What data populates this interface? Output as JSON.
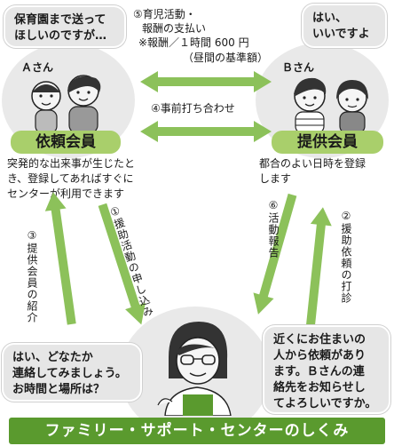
{
  "bubbles": {
    "a_member": "保育園まで送って\nほしいのですが…",
    "b_member": "はい、\nいいですよ",
    "center_left": "はい、どなたか\n連絡してみましょう。\nお時間と場所は？",
    "center_right": "近くにお住まいの\n人から依頼があり\nます。Ｂさんの連\n絡先をお知らせし\nてよろしいですか。"
  },
  "labels": {
    "a_name": "Ａさん",
    "b_name": "Ｂさん",
    "requester": "依頼会員",
    "provider": "提供会員"
  },
  "steps": {
    "step5_title": "⑤育児活動・",
    "step5_line2": "報酬の支払い",
    "step5_note": "※報酬／１時間 600 円",
    "step5_note2": "（昼間の基準額）",
    "step4": "④事前打ち合わせ",
    "step1": "①援助活動の申し込み",
    "step2": "②援助依頼の打診",
    "step3": "③提供会員の紹介",
    "step6": "⑥活動報告"
  },
  "notes": {
    "requester": "突発的な出来事が生じたと\nき、登録してあればすぐに\nセンターが利用できます",
    "provider": "都合のよい日時を登録\nします"
  },
  "footer": "ファミリー・サポート・センターのしくみ",
  "colors": {
    "arrow": "#8cc15a",
    "label_bg": "#a9cf6b",
    "footer_bg": "#5a9a2e",
    "bubble_bg": "#e6e6e6"
  }
}
